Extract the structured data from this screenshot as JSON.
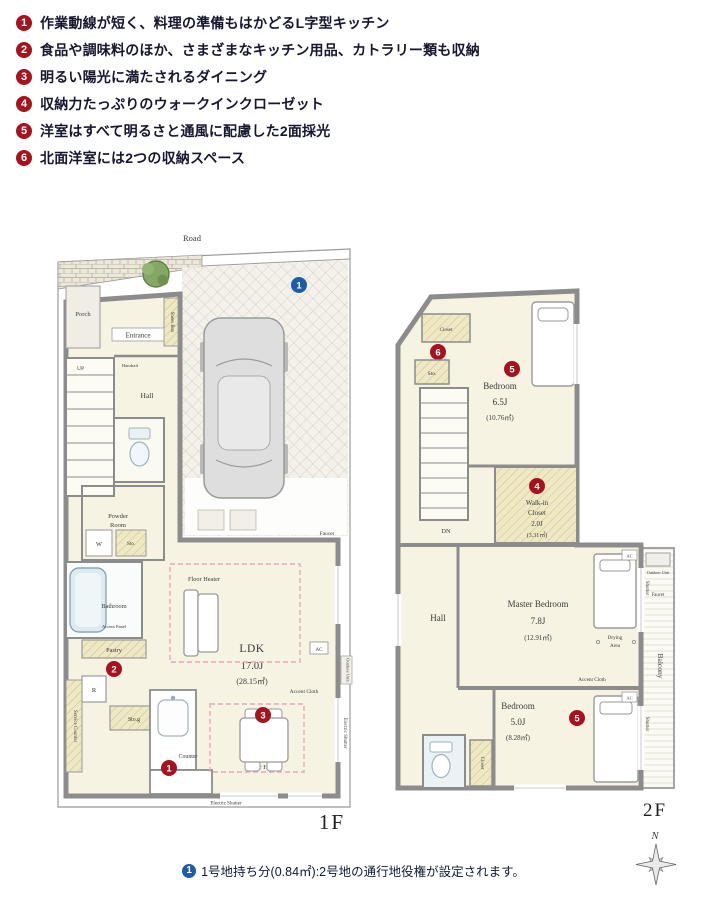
{
  "colors": {
    "badge_red": "#a5131f",
    "footnote_blue": "#1d5ca8",
    "text_dark": "#16162e",
    "wall_gray": "#8c8c8c",
    "room_cream": "#f7f3e3",
    "closet_yellow": "#efe8c4"
  },
  "features": [
    {
      "num": "1",
      "text": "作業動線が短く、料理の準備もはかどるL字型キッチン"
    },
    {
      "num": "2",
      "text": "食品や調味料のほか、さまざまなキッチン用品、カトラリー類も収納"
    },
    {
      "num": "3",
      "text": "明るい陽光に満たされるダイニング"
    },
    {
      "num": "4",
      "text": "収納力たっぷりのウォークインクローゼット"
    },
    {
      "num": "5",
      "text": "洋室はすべて明るさと通風に配慮した2面採光"
    },
    {
      "num": "6",
      "text": "北面洋室には2つの収納スペース"
    }
  ],
  "floor1": {
    "label": "1F",
    "road": "Road",
    "rooms": {
      "porch": "Porch",
      "entrance": "Entrance",
      "shoes_box": "Shoes Box",
      "handrail": "Handrail",
      "up": "UP",
      "hall": "Hall",
      "powder_line1": "Powder",
      "powder_line2": "Room",
      "w": "W",
      "sto": "Sto.",
      "bathroom": "Bathroom",
      "accent_panel": "Accent Panel",
      "pastry": "Pastry",
      "r": "R",
      "sto_g": "Sto.g",
      "service_counter": "Service Counter",
      "counter": "Counter",
      "ldk": "LDK",
      "ldk_size": "17.0J",
      "ldk_area": "(28.15㎡)",
      "floor_heater": "Floor Heater",
      "faucet": "Faucet",
      "ac": "AC",
      "outdoor_unit": "Outdoor Unit",
      "accent_cloth": "Accent Cloth",
      "electric_shutter": "Electric Shutter"
    }
  },
  "floor2": {
    "label": "2F",
    "rooms": {
      "closet": "Closet",
      "sto": "Sto.",
      "bedroom65": "Bedroom",
      "bedroom65_size": "6.5J",
      "bedroom65_area": "(10.76㎡)",
      "wic_line1": "Walk-in",
      "wic_line2": "Closet",
      "wic_size": "2.0J",
      "wic_area": "(3.31㎡)",
      "dn": "DN",
      "hall": "Hall",
      "master": "Master Bedroom",
      "master_size": "7.8J",
      "master_area": "(12.91㎡)",
      "drying_line1": "Drying",
      "drying_line2": "Area",
      "accent_cloth": "Accent Cloth",
      "bedroom50": "Bedroom",
      "bedroom50_size": "5.0J",
      "bedroom50_area": "(8.28㎡)",
      "balcony": "Balcony",
      "shutter": "Shutter",
      "outdoor_unit": "Outdoor Unit",
      "faucet": "Faucet",
      "ac": "AC"
    }
  },
  "compass": {
    "n": "N"
  },
  "footnote": {
    "badge": "1",
    "text": "1号地持ち分(0.84㎡):2号地の通行地役権が設定されます。"
  }
}
